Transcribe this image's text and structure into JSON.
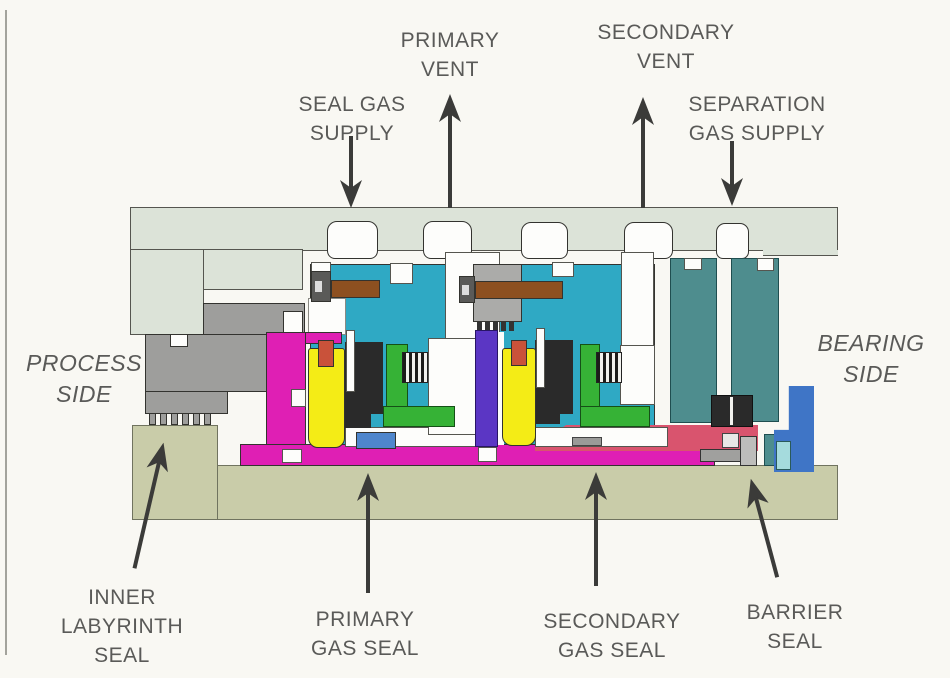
{
  "diagram": "tandem dry gas seal cross-section",
  "colors": {
    "background": "#f9f8f3",
    "housing": "#dce3d8",
    "shaft": "#c9cca9",
    "gray_part": "#9e9e9c",
    "gray_block": "#ababa9",
    "bolt_head": "#5a5a58",
    "cartridge_teal": "#2fa9c4",
    "separation_teal": "#4e8d8e",
    "magenta": "#df1fb4",
    "crimson": "#d9546e",
    "yellow": "#f4ec16",
    "red_pin": "#c9523a",
    "black_ring": "#2a2a2a",
    "green_seat": "#36b236",
    "purple": "#5b36c4",
    "blue": "#4f86cc",
    "blue_bracket": "#3f75c6",
    "cyan_inset": "#a5dbdd",
    "brown_bolt": "#8d5020",
    "arrow": "#3b3b39",
    "text": "#5a5a58",
    "white": "#fdfdfb"
  },
  "labels": {
    "seal_gas_supply": {
      "lines": [
        "SEAL GAS",
        "SUPPLY"
      ],
      "arrow": "down"
    },
    "primary_vent": {
      "lines": [
        "PRIMARY",
        "VENT"
      ],
      "arrow": "up"
    },
    "secondary_vent": {
      "lines": [
        "SECONDARY",
        "VENT"
      ],
      "arrow": "up"
    },
    "separation_gas_supply": {
      "lines": [
        "SEPARATION",
        "GAS SUPPLY"
      ],
      "arrow": "down"
    },
    "process_side": {
      "lines": [
        "PROCESS",
        "SIDE"
      ]
    },
    "bearing_side": {
      "lines": [
        "BEARING",
        "SIDE"
      ]
    },
    "inner_labyrinth_seal": {
      "lines": [
        "INNER",
        "LABYRINTH",
        "SEAL"
      ],
      "arrow": "up"
    },
    "primary_gas_seal": {
      "lines": [
        "PRIMARY",
        "GAS SEAL"
      ],
      "arrow": "up"
    },
    "secondary_gas_seal": {
      "lines": [
        "SECONDARY",
        "GAS SEAL"
      ],
      "arrow": "up"
    },
    "barrier_seal": {
      "lines": [
        "BARRIER",
        "SEAL"
      ],
      "arrow": "up"
    }
  }
}
